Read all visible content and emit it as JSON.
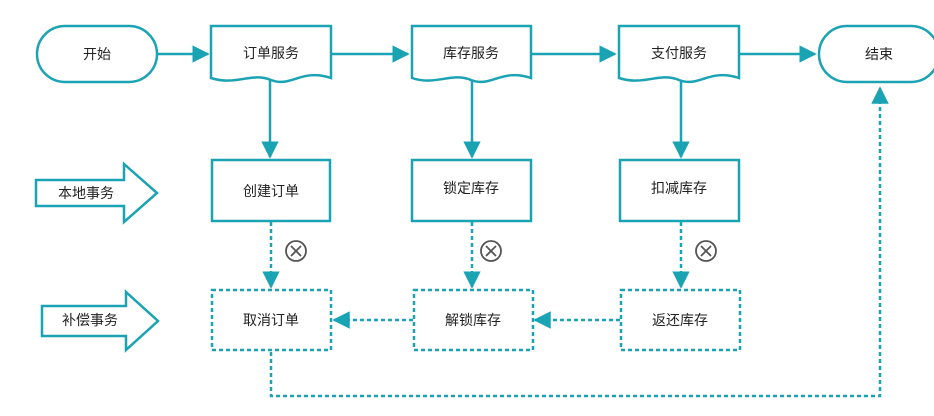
{
  "nodes": {
    "start": "开始",
    "order_service": "订单服务",
    "inventory_service": "库存服务",
    "payment_service": "支付服务",
    "end": "结束",
    "create_order": "创建订单",
    "lock_inventory": "锁定库存",
    "deduct_inventory": "扣减库存",
    "cancel_order": "取消订单",
    "unlock_inventory": "解锁库存",
    "return_inventory": "返还库存"
  },
  "rows": {
    "local_transaction": "本地事务",
    "compensating_transaction": "补偿事务"
  },
  "colors": {
    "accent": "#1aa3b3",
    "failure_mark": "#555555"
  },
  "icons": [
    "failure-x-icon",
    "arrow-right-icon"
  ]
}
